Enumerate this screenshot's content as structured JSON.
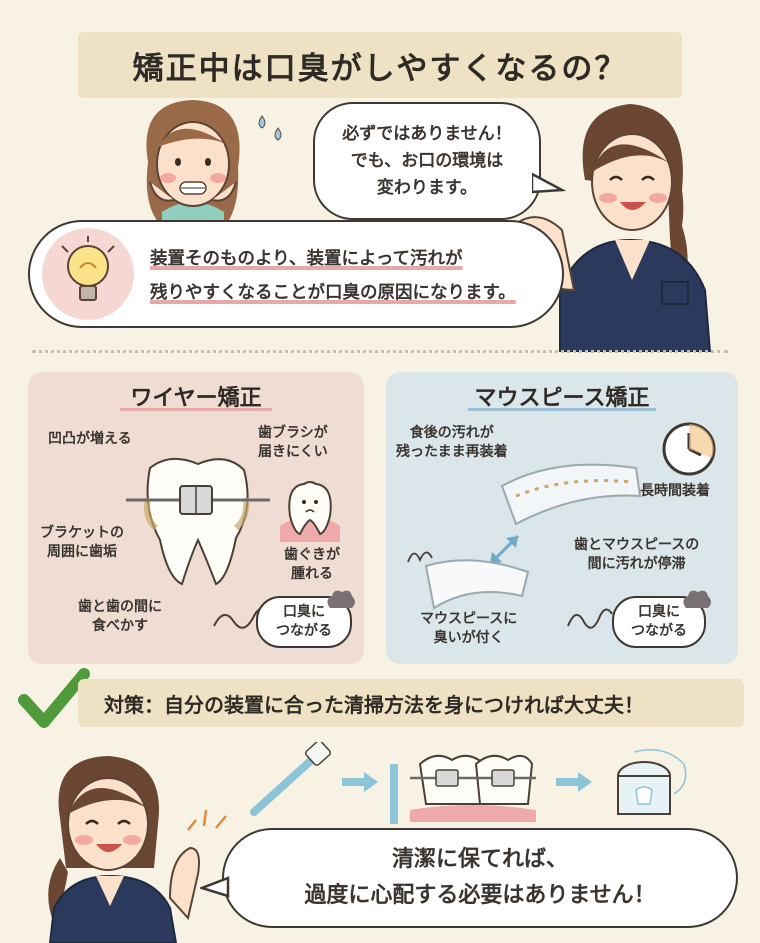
{
  "title": "矯正中は口臭がしやすくなるの？",
  "speech_top": [
    "必ずではありません！",
    "でも、お口の環境は",
    "変わります。"
  ],
  "explanation": [
    "装置そのものより、装置によって汚れが",
    "残りやすくなることが口臭の原因になります。"
  ],
  "wire_panel": {
    "title": "ワイヤー矯正",
    "label_bumps": "凹凸が増える",
    "label_brush": [
      "歯ブラシが",
      "届きにくい"
    ],
    "label_bracket": [
      "ブラケットの",
      "周囲に歯垢"
    ],
    "label_gum": [
      "歯ぐきが",
      "腫れる"
    ],
    "label_food": [
      "歯と歯の間に",
      "食べかす"
    ],
    "label_smell": [
      "口臭に",
      "つながる"
    ]
  },
  "mouthpiece_panel": {
    "title": "マウスピース矯正",
    "label_reinsert": [
      "食後の汚れが",
      "残ったまま再装着"
    ],
    "label_long_wear": "長時間装着",
    "label_stagnant": [
      "歯とマウスピースの",
      "間に汚れが停滞"
    ],
    "label_odor": [
      "マウスピースに",
      "臭いが付く"
    ],
    "label_smell": [
      "口臭に",
      "つながる"
    ]
  },
  "solution": "対策：自分の装置に合った清掃方法を身につければ大丈夫！",
  "speech_bottom": [
    "清潔に保てれば、",
    "過度に心配する必要はありません！"
  ],
  "colors": {
    "background": "#f8f2e4",
    "banner": "#efe2c4",
    "wire_panel": "#efdcd2",
    "mouthpiece_panel": "#dae6ea",
    "check": "#4f9a3a",
    "scrubs": "#2b3a5c",
    "underline_pink": "#e8a8a8"
  },
  "icons": [
    "light-bulb-icon",
    "check-mark-icon",
    "toothbrush-icon",
    "interdental-brush-icon",
    "floss-icon",
    "clock-icon",
    "arrow-right-icon",
    "smell-cloud-icon"
  ]
}
